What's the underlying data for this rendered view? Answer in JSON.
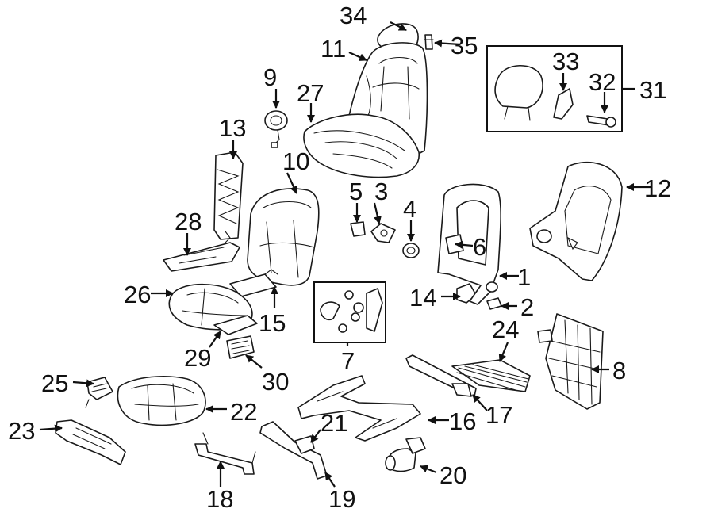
{
  "callouts": {
    "c1": "1",
    "c2": "2",
    "c3": "3",
    "c4": "4",
    "c5": "5",
    "c6": "6",
    "c7": "7",
    "c8": "8",
    "c9": "9",
    "c10": "10",
    "c11": "11",
    "c12": "12",
    "c13": "13",
    "c14": "14",
    "c15": "15",
    "c16": "16",
    "c17": "17",
    "c18": "18",
    "c19": "19",
    "c20": "20",
    "c21": "21",
    "c22": "22",
    "c23": "23",
    "c24": "24",
    "c25": "25",
    "c26": "26",
    "c27": "27",
    "c28": "28",
    "c29": "29",
    "c30": "30",
    "c31": "31",
    "c32": "32",
    "c33": "33",
    "c34": "34",
    "c35": "35"
  },
  "colors": {
    "line": "#1a1a1a",
    "background": "#ffffff"
  }
}
